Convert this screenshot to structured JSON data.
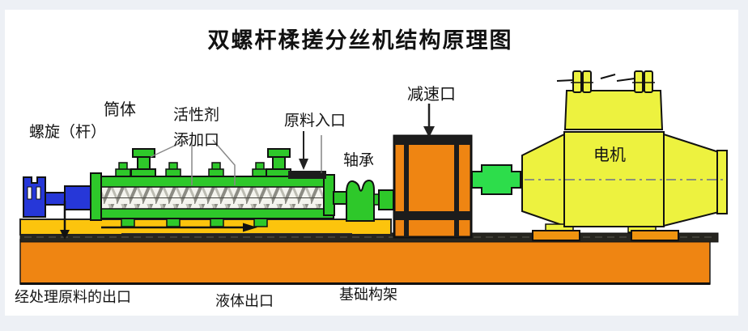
{
  "title": "双螺杆楺搓分丝机结构原理图",
  "diagram": {
    "labels": {
      "screw": "螺旋（杆）",
      "barrel": "筒体",
      "additive_line1": "活性剂",
      "additive_line2": "添加口",
      "feed_inlet": "原料入口",
      "bearing": "轴承",
      "reducer": "减速口",
      "motor": "电机",
      "processed_outlet": "经处理原料的出口",
      "liquid_outlet": "液体出口",
      "base_frame": "基础构架"
    },
    "colors": {
      "machine_green": "#2ec82a",
      "shaft_blue": "#2637d8",
      "frame_orange": "#ef8512",
      "tray_yellow": "#fcc40d",
      "motor_yellow": "#edf23f",
      "ground_dark": "#26251f"
    }
  }
}
